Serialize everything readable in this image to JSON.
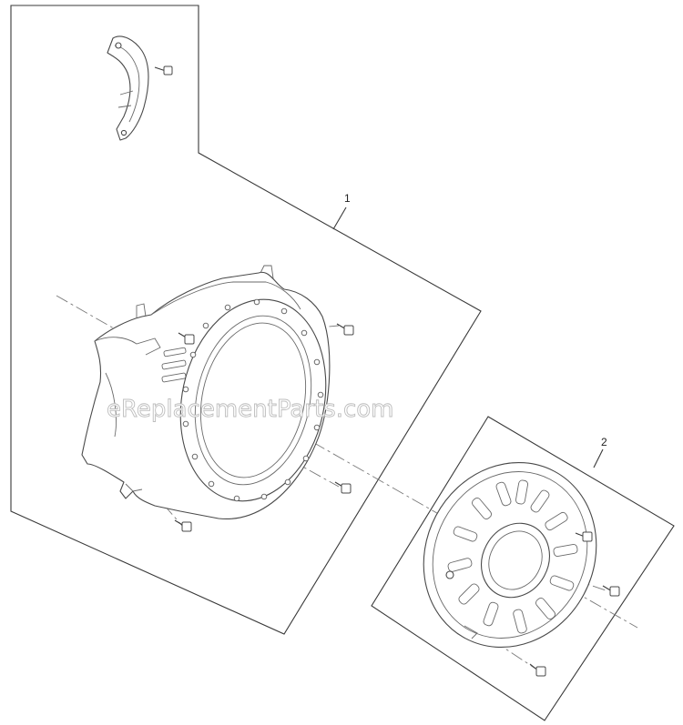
{
  "watermark": "eReplacementParts.com",
  "callouts": [
    {
      "id": "1",
      "label": "1"
    },
    {
      "id": "2",
      "label": "2"
    }
  ]
}
